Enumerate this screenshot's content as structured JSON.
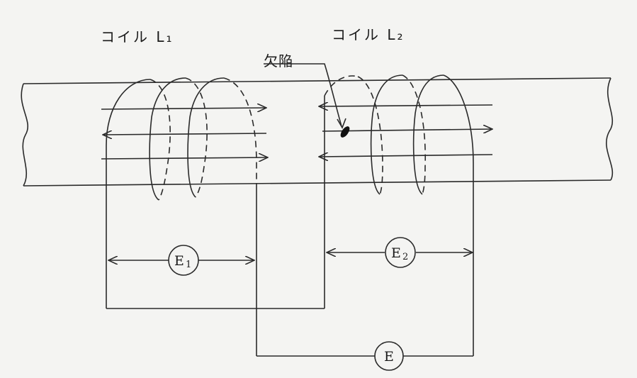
{
  "labels": {
    "coil1": "コイル L₁",
    "coil2": "コイル L₂",
    "defect": "欠陥"
  },
  "meters": {
    "e1": {
      "main": "E",
      "sub": "1"
    },
    "e2": {
      "main": "E",
      "sub": "2"
    },
    "e": {
      "main": "E"
    }
  }
}
